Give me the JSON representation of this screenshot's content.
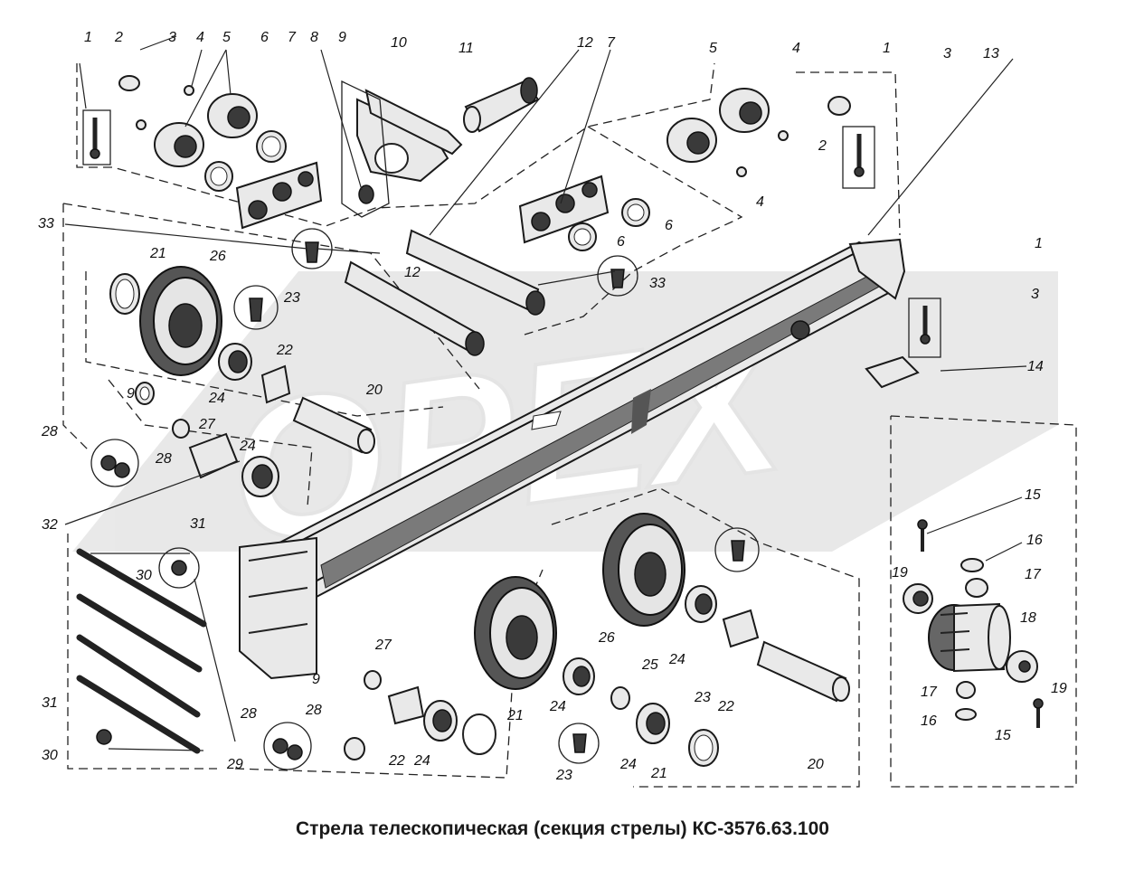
{
  "caption": "Стрела телескопическая (секция стрелы) КС-3576.63.100",
  "watermark": "OPEX",
  "callouts": [
    {
      "id": "c1a",
      "text": "1"
    },
    {
      "id": "c2a",
      "text": "2"
    },
    {
      "id": "c3a",
      "text": "3"
    },
    {
      "id": "c4a",
      "text": "4"
    },
    {
      "id": "c5a",
      "text": "5"
    },
    {
      "id": "c6a",
      "text": "6"
    },
    {
      "id": "c7a",
      "text": "7"
    },
    {
      "id": "c8a",
      "text": "8"
    },
    {
      "id": "c9a",
      "text": "9"
    },
    {
      "id": "c10",
      "text": "10"
    },
    {
      "id": "c11",
      "text": "11"
    },
    {
      "id": "c12a",
      "text": "12"
    },
    {
      "id": "c7b",
      "text": "7"
    },
    {
      "id": "c5b",
      "text": "5"
    },
    {
      "id": "c4b",
      "text": "4"
    },
    {
      "id": "c1b",
      "text": "1"
    },
    {
      "id": "c3b",
      "text": "3"
    },
    {
      "id": "c13",
      "text": "13"
    },
    {
      "id": "c2b",
      "text": "2"
    },
    {
      "id": "c4c",
      "text": "4"
    },
    {
      "id": "c6b",
      "text": "6"
    },
    {
      "id": "c6c",
      "text": "6"
    },
    {
      "id": "c33a",
      "text": "33"
    },
    {
      "id": "c33b",
      "text": "33"
    },
    {
      "id": "c12b",
      "text": "12"
    },
    {
      "id": "c21a",
      "text": "21"
    },
    {
      "id": "c26a",
      "text": "26"
    },
    {
      "id": "c23a",
      "text": "23"
    },
    {
      "id": "c22a",
      "text": "22"
    },
    {
      "id": "c24a",
      "text": "24"
    },
    {
      "id": "c20a",
      "text": "20"
    },
    {
      "id": "c1c",
      "text": "1"
    },
    {
      "id": "c3c",
      "text": "3"
    },
    {
      "id": "c14",
      "text": "14"
    },
    {
      "id": "c9b",
      "text": "9"
    },
    {
      "id": "c27a",
      "text": "27"
    },
    {
      "id": "c28a",
      "text": "28"
    },
    {
      "id": "c28b",
      "text": "28"
    },
    {
      "id": "c24b",
      "text": "24"
    },
    {
      "id": "c32",
      "text": "32"
    },
    {
      "id": "c31a",
      "text": "31"
    },
    {
      "id": "c30a",
      "text": "30"
    },
    {
      "id": "c15a",
      "text": "15"
    },
    {
      "id": "c16a",
      "text": "16"
    },
    {
      "id": "c17a",
      "text": "17"
    },
    {
      "id": "c19a",
      "text": "19"
    },
    {
      "id": "c18",
      "text": "18"
    },
    {
      "id": "c17b",
      "text": "17"
    },
    {
      "id": "c19b",
      "text": "19"
    },
    {
      "id": "c16b",
      "text": "16"
    },
    {
      "id": "c15b",
      "text": "15"
    },
    {
      "id": "c26b",
      "text": "26"
    },
    {
      "id": "c24c",
      "text": "24"
    },
    {
      "id": "c23b",
      "text": "23"
    },
    {
      "id": "c22b",
      "text": "22"
    },
    {
      "id": "c25",
      "text": "25"
    },
    {
      "id": "c24d",
      "text": "24"
    },
    {
      "id": "c27b",
      "text": "27"
    },
    {
      "id": "c9c",
      "text": "9"
    },
    {
      "id": "c28c",
      "text": "28"
    },
    {
      "id": "c28d",
      "text": "28"
    },
    {
      "id": "c22c",
      "text": "22"
    },
    {
      "id": "c24e",
      "text": "24"
    },
    {
      "id": "c21b",
      "text": "21"
    },
    {
      "id": "c23c",
      "text": "23"
    },
    {
      "id": "c24f",
      "text": "24"
    },
    {
      "id": "c21c",
      "text": "21"
    },
    {
      "id": "c20b",
      "text": "20"
    },
    {
      "id": "c31b",
      "text": "31"
    },
    {
      "id": "c30b",
      "text": "30"
    },
    {
      "id": "c29",
      "text": "29"
    }
  ]
}
